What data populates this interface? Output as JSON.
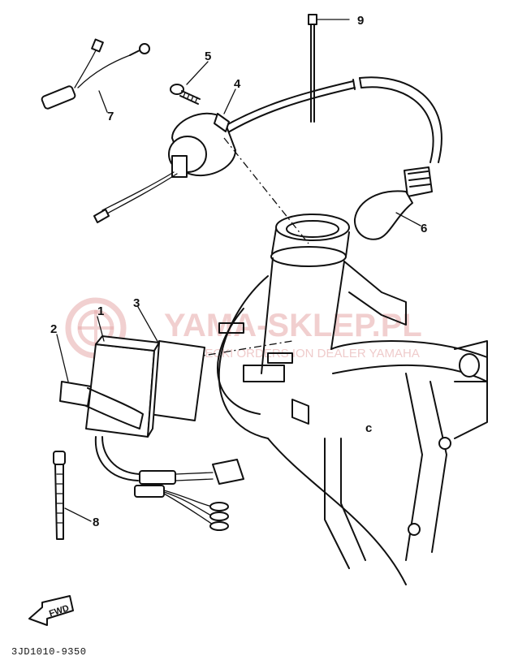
{
  "parts": [
    {
      "key": "p1",
      "number": "1"
    },
    {
      "key": "p2",
      "number": "2"
    },
    {
      "key": "p3",
      "number": "3"
    },
    {
      "key": "p4",
      "number": "4"
    },
    {
      "key": "p5",
      "number": "5"
    },
    {
      "key": "p6",
      "number": "6"
    },
    {
      "key": "p7",
      "number": "7"
    },
    {
      "key": "p8",
      "number": "8"
    },
    {
      "key": "p9",
      "number": "9"
    }
  ],
  "watermark": {
    "title": "YAMA-SKLEP.PL",
    "subtitle": "WOJNIECKI ORDERS ION DEALER YAMAHA",
    "color": "#e6a9a9"
  },
  "fwd_label": "FWD",
  "diagram_code": "3JD1010-9350"
}
